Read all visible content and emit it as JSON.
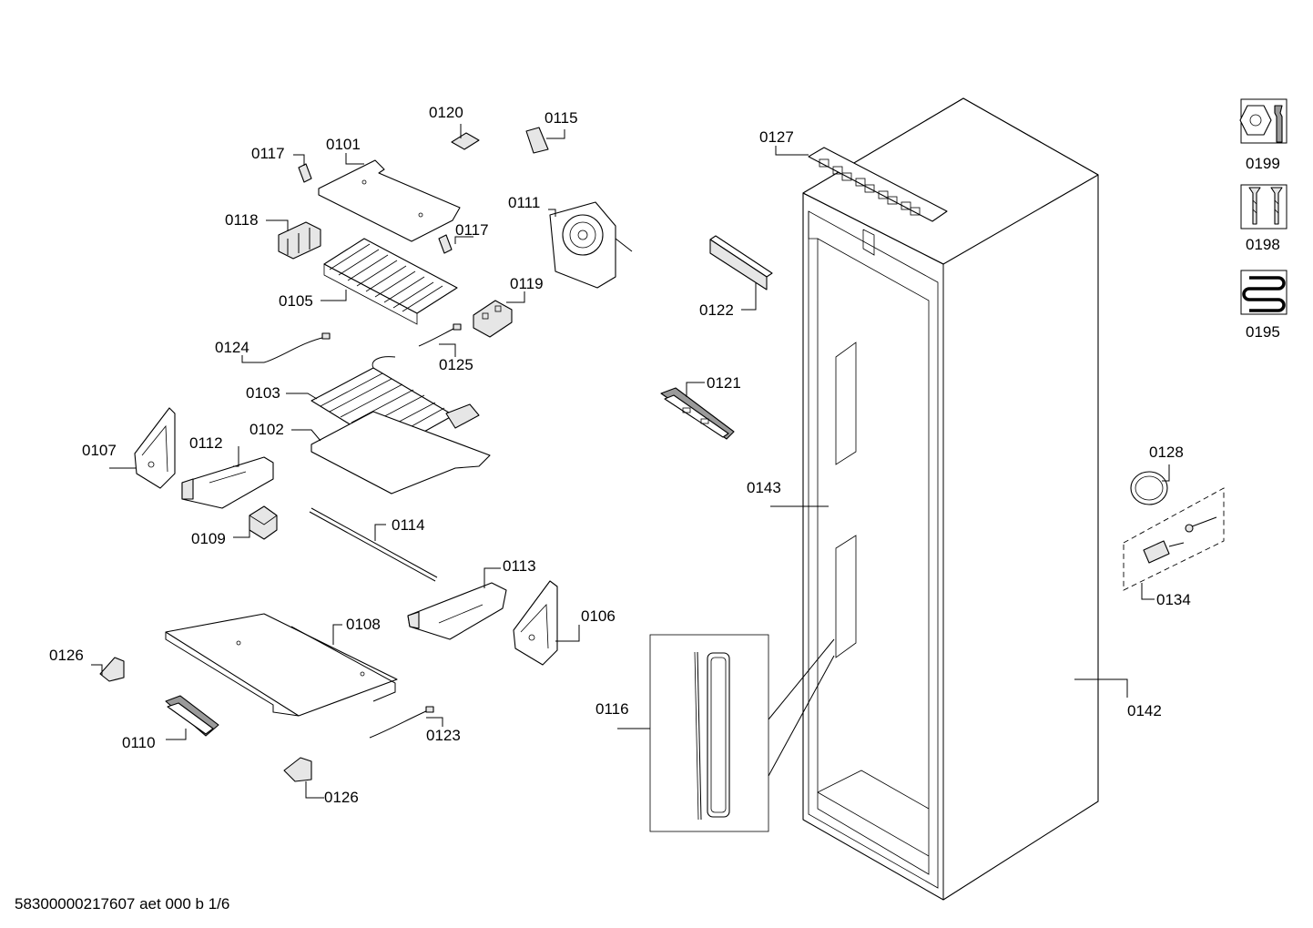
{
  "diagram": {
    "labels": {
      "p0101": "0101",
      "p0102": "0102",
      "p0103": "0103",
      "p0105": "0105",
      "p0106": "0106",
      "p0107": "0107",
      "p0108": "0108",
      "p0109": "0109",
      "p0110": "0110",
      "p0111": "0111",
      "p0112": "0112",
      "p0113": "0113",
      "p0114": "0114",
      "p0115": "0115",
      "p0116": "0116",
      "p0117a": "0117",
      "p0117b": "0117",
      "p0118": "0118",
      "p0119": "0119",
      "p0120": "0120",
      "p0121": "0121",
      "p0122": "0122",
      "p0123": "0123",
      "p0124": "0124",
      "p0125": "0125",
      "p0126a": "0126",
      "p0126b": "0126",
      "p0127": "0127",
      "p0128": "0128",
      "p0134": "0134",
      "p0142": "0142",
      "p0143": "0143",
      "p0195": "0195",
      "p0198": "0198",
      "p0199": "0199"
    },
    "legend_icons": [
      "tools-icon",
      "screws-icon",
      "heater-coil-icon"
    ],
    "footer": "58300000217607 aet 000 b 1/6"
  }
}
